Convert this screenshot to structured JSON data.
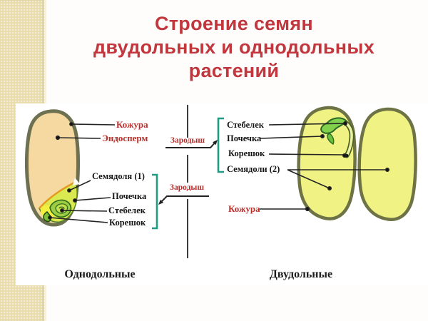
{
  "slide": {
    "title": {
      "line1": "Строение семян",
      "line2": "двудольных и однодольных",
      "line3": "растений"
    },
    "colors": {
      "title_red": "#c2363d",
      "label_red": "#bb2f2b",
      "label_black": "#151515",
      "bracket_teal": "#1f9c85",
      "strip_beige": "#e9ddae",
      "monocot_seed_fill": "#f5d9a0",
      "monocot_outline": "#6e7052",
      "dicot_seed_fill": "#f0f284",
      "dicot_outline": "#6d7345",
      "embryo_green": "#82d14c"
    }
  },
  "monocot": {
    "caption": "Однодольные",
    "zarodysh": "Зародыш",
    "labels": {
      "kozhura": "Кожура",
      "endosperm": "Эндосперм",
      "semyadolya": "Семядоля (1)",
      "pochechka": "Почечка",
      "stebelek": "Стебелек",
      "koreshok": "Корешок"
    }
  },
  "dicot": {
    "caption": "Двудольные",
    "zarodysh": "Зародыш",
    "labels": {
      "stebelek": "Стебелек",
      "pochechka": "Почечка",
      "koreshok": "Корешок",
      "semyadoli": "Семядоли (2)",
      "kozhura": "Кожура"
    }
  }
}
